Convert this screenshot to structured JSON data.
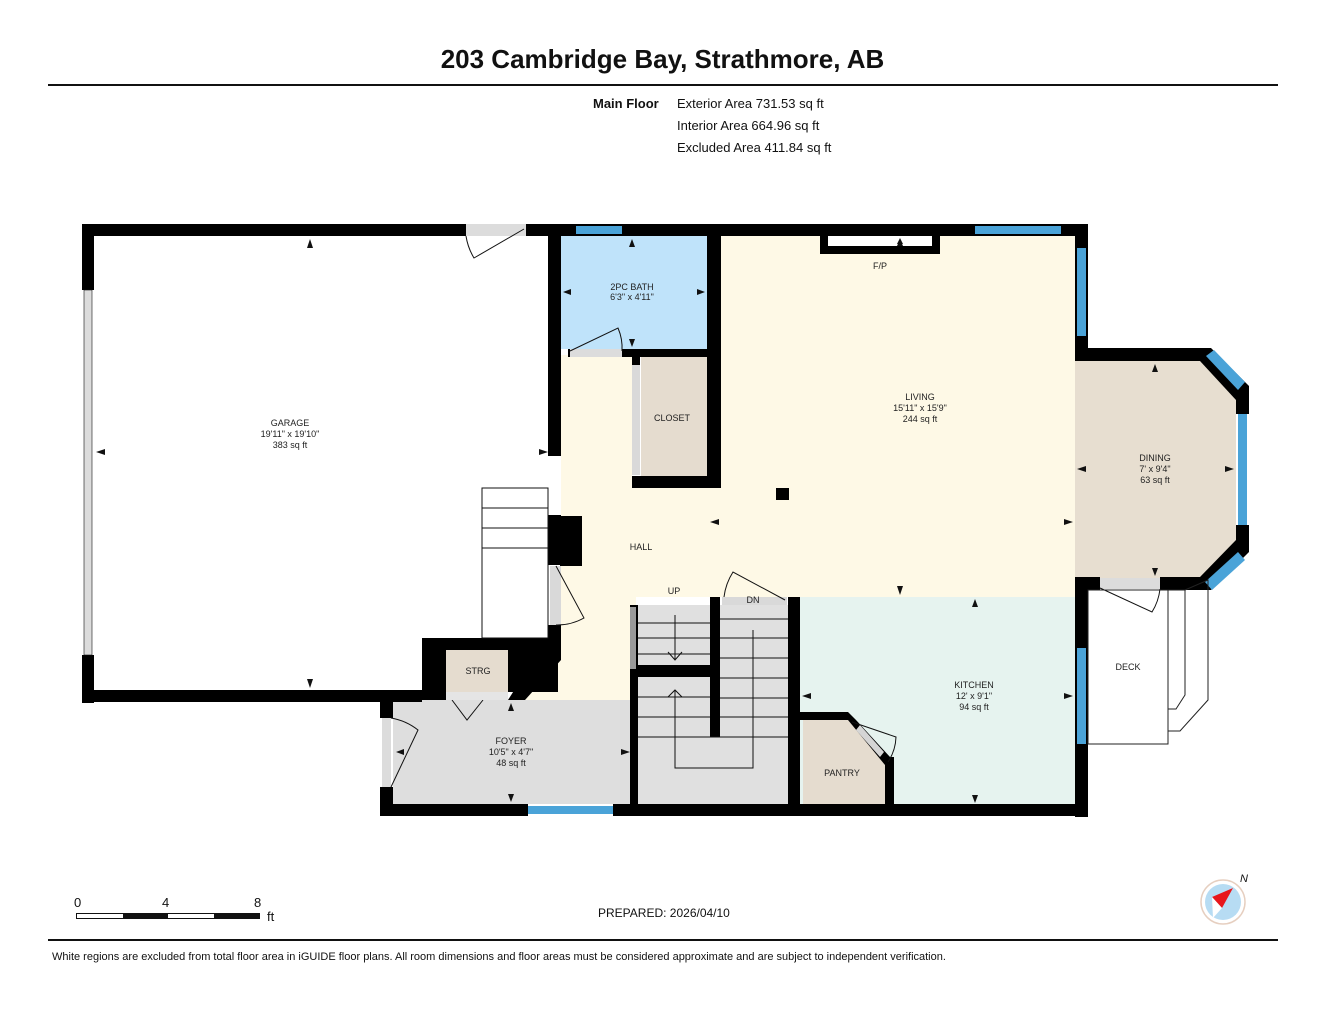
{
  "header": {
    "title": "203 Cambridge Bay, Strathmore, AB"
  },
  "areas": {
    "floor_label": "Main Floor",
    "exterior": "Exterior Area 731.53 sq ft",
    "interior": "Interior Area 664.96 sq ft",
    "excluded": "Excluded Area 411.84 sq ft"
  },
  "rooms": {
    "garage": {
      "name": "GARAGE",
      "dims": "19'11\" x 19'10\"",
      "area": "383 sq ft"
    },
    "bath": {
      "name": "2PC BATH",
      "dims": "6'3\" x 4'11\""
    },
    "living": {
      "name": "LIVING",
      "dims": "15'11\" x 15'9\"",
      "area": "244 sq ft"
    },
    "dining": {
      "name": "DINING",
      "dims": "7' x 9'4\"",
      "area": "63 sq ft"
    },
    "kitchen": {
      "name": "KITCHEN",
      "dims": "12' x 9'1\"",
      "area": "94 sq ft"
    },
    "foyer": {
      "name": "FOYER",
      "dims": "10'5\" x 4'7\"",
      "area": "48 sq ft"
    },
    "closet": {
      "name": "CLOSET"
    },
    "hall": {
      "name": "HALL"
    },
    "strg": {
      "name": "STRG"
    },
    "pantry": {
      "name": "PANTRY"
    },
    "deck": {
      "name": "DECK"
    },
    "fireplace": {
      "name": "F/P"
    },
    "stairs_up": {
      "name": "UP"
    },
    "stairs_down": {
      "name": "DN"
    }
  },
  "colors": {
    "wall": "#000000",
    "window": "#4aa3d8",
    "bath": "#bfe3fa",
    "living": "#fef9e6",
    "dining": "#e7ded0",
    "kitchen": "#e6f3ef",
    "foyer": "#dedede",
    "closet": "#e5dccf",
    "door_swing": "#d9d9d9"
  },
  "scale_bar": {
    "ticks": [
      "0",
      "4",
      "8"
    ],
    "unit": "ft"
  },
  "compass": {
    "label": "N"
  },
  "footer": {
    "prepared": "PREPARED: 2026/04/10",
    "disclaimer": "White regions are excluded from total floor area in iGUIDE floor plans. All room dimensions and floor areas must be considered approximate and are subject to independent verification."
  }
}
